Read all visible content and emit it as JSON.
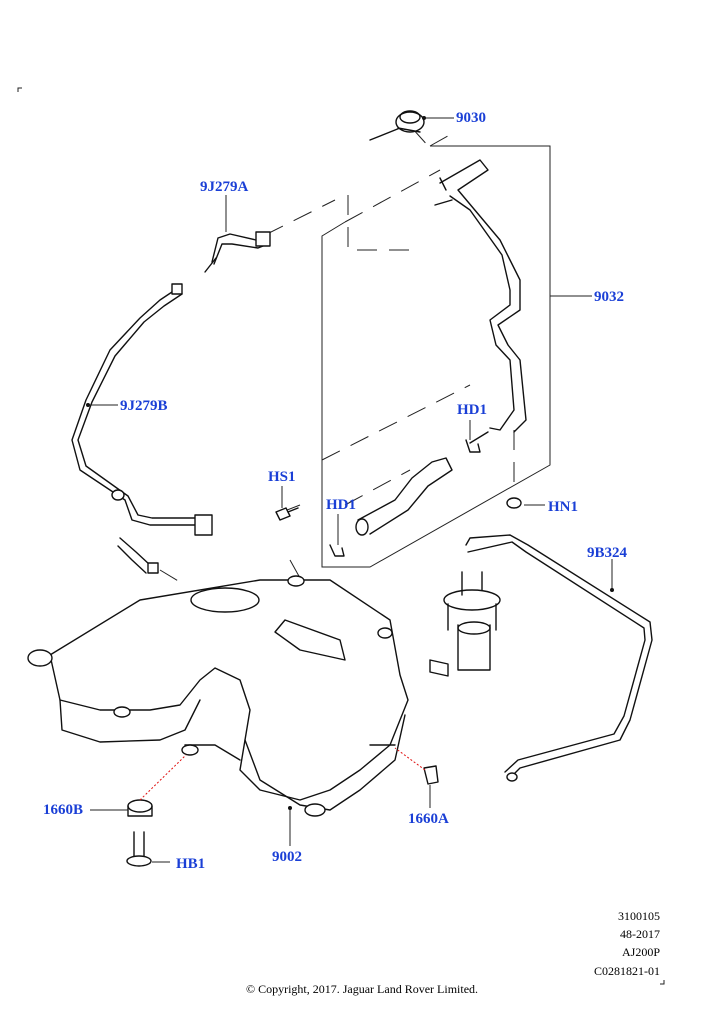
{
  "callouts": {
    "c9030": "9030",
    "c9J279A": "9J279A",
    "c9032": "9032",
    "c9J279B": "9J279B",
    "cHD1_upper": "HD1",
    "cHS1": "HS1",
    "cHD1_lower": "HD1",
    "cHN1": "HN1",
    "c9B324": "9B324",
    "c1660B": "1660B",
    "c1660A": "1660A",
    "c9002": "9002",
    "cHB1": "HB1"
  },
  "reference": {
    "line1": "3100105",
    "line2": "48-2017",
    "line3": "AJ200P",
    "line4": "C0281821-01"
  },
  "copyright": "© Copyright, 2017. Jaguar Land Rover Limited.",
  "colors": {
    "callout": "#1a3fd6",
    "leader_highlight": "#e01010"
  }
}
